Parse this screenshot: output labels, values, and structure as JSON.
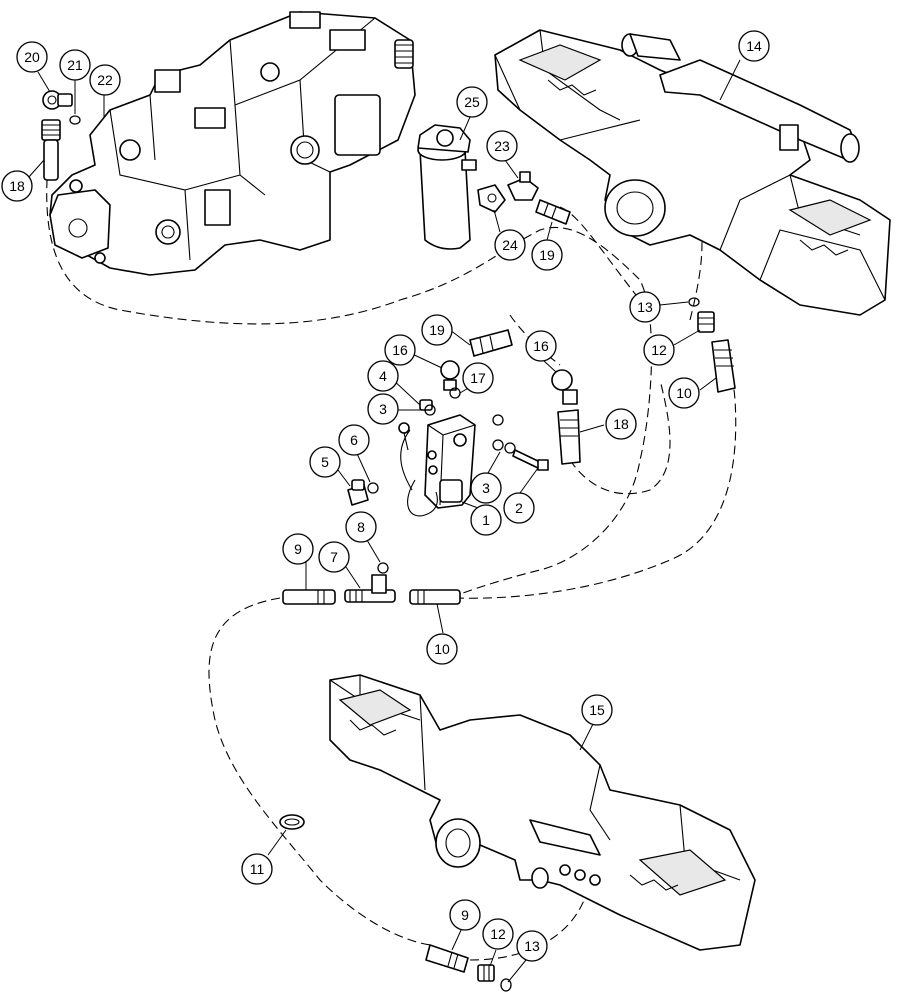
{
  "callouts": [
    {
      "id": "c20",
      "label": "20"
    },
    {
      "id": "c21",
      "label": "21"
    },
    {
      "id": "c22",
      "label": "22"
    },
    {
      "id": "c18a",
      "label": "18"
    },
    {
      "id": "c25",
      "label": "25"
    },
    {
      "id": "c23",
      "label": "23"
    },
    {
      "id": "c24",
      "label": "24"
    },
    {
      "id": "c19a",
      "label": "19"
    },
    {
      "id": "c14",
      "label": "14"
    },
    {
      "id": "c13a",
      "label": "13"
    },
    {
      "id": "c12a",
      "label": "12"
    },
    {
      "id": "c10a",
      "label": "10"
    },
    {
      "id": "c19b",
      "label": "19"
    },
    {
      "id": "c16a",
      "label": "16"
    },
    {
      "id": "c16b",
      "label": "16"
    },
    {
      "id": "c17",
      "label": "17"
    },
    {
      "id": "c4",
      "label": "4"
    },
    {
      "id": "c3a",
      "label": "3"
    },
    {
      "id": "c18b",
      "label": "18"
    },
    {
      "id": "c6",
      "label": "6"
    },
    {
      "id": "c5",
      "label": "5"
    },
    {
      "id": "c3b",
      "label": "3"
    },
    {
      "id": "c2",
      "label": "2"
    },
    {
      "id": "c1",
      "label": "1"
    },
    {
      "id": "c8",
      "label": "8"
    },
    {
      "id": "c9a",
      "label": "9"
    },
    {
      "id": "c7",
      "label": "7"
    },
    {
      "id": "c10b",
      "label": "10"
    },
    {
      "id": "c15",
      "label": "15"
    },
    {
      "id": "c11",
      "label": "11"
    },
    {
      "id": "c9b",
      "label": "9"
    },
    {
      "id": "c12b",
      "label": "12"
    },
    {
      "id": "c13b",
      "label": "13"
    }
  ]
}
